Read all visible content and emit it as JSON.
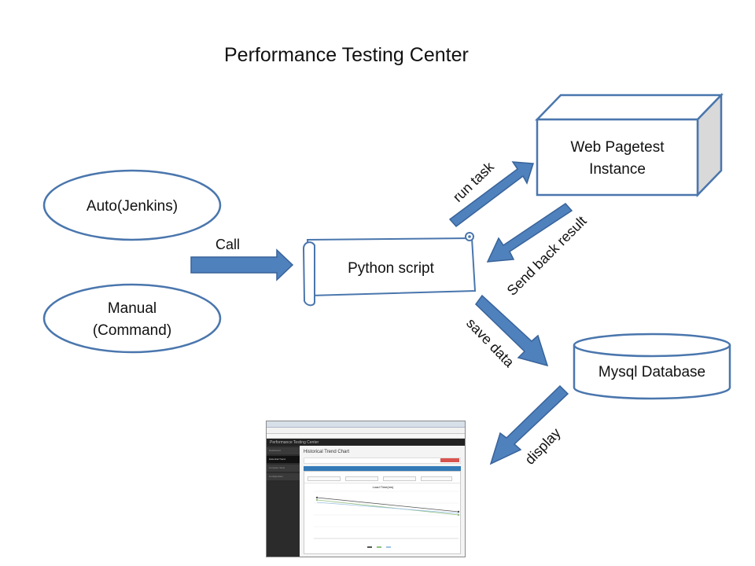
{
  "diagram": {
    "title": "Performance Testing Center",
    "nodes": {
      "auto": "Auto(Jenkins)",
      "manual_line1": "Manual",
      "manual_line2": "(Command)",
      "python": "Python script",
      "webpagetest_line1": "Web Pagetest",
      "webpagetest_line2": "Instance",
      "mysql": "Mysql Database"
    },
    "edges": {
      "call": "Call",
      "run_task": "run task",
      "send_back": "Send back result",
      "save_data": "save data",
      "display": "display"
    },
    "colors": {
      "outline": "#4a76ad",
      "arrow_fill": "#4f81bd",
      "arrow_stroke": "#38639a",
      "cube_side": "#d9d9d9"
    }
  },
  "screenshot": {
    "app_title": "Performance Testing Center",
    "page_heading": "Historical Trend Chart",
    "chart_title": "Load Time(ms)",
    "nav_items": [
      "Dashboard",
      "Historical Trend",
      "Compare Tests",
      "Configuration"
    ]
  }
}
